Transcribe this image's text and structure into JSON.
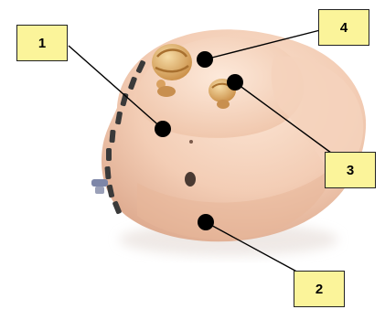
{
  "colors": {
    "callout_fill": "#fbf49a",
    "callout_border": "#222222",
    "leader_line": "#000000",
    "marker_dot": "#000000",
    "device_shell": "#f0c9ae",
    "faceplate_component": "#e3b46a",
    "battery_door_edge": "#3a3a3a",
    "background": "#ffffff"
  },
  "callouts": [
    {
      "id": "1",
      "label": "1"
    },
    {
      "id": "2",
      "label": "2"
    },
    {
      "id": "3",
      "label": "3"
    },
    {
      "id": "4",
      "label": "4"
    }
  ],
  "illustration": {
    "subject": "in-the-ear-hearing-aid"
  }
}
